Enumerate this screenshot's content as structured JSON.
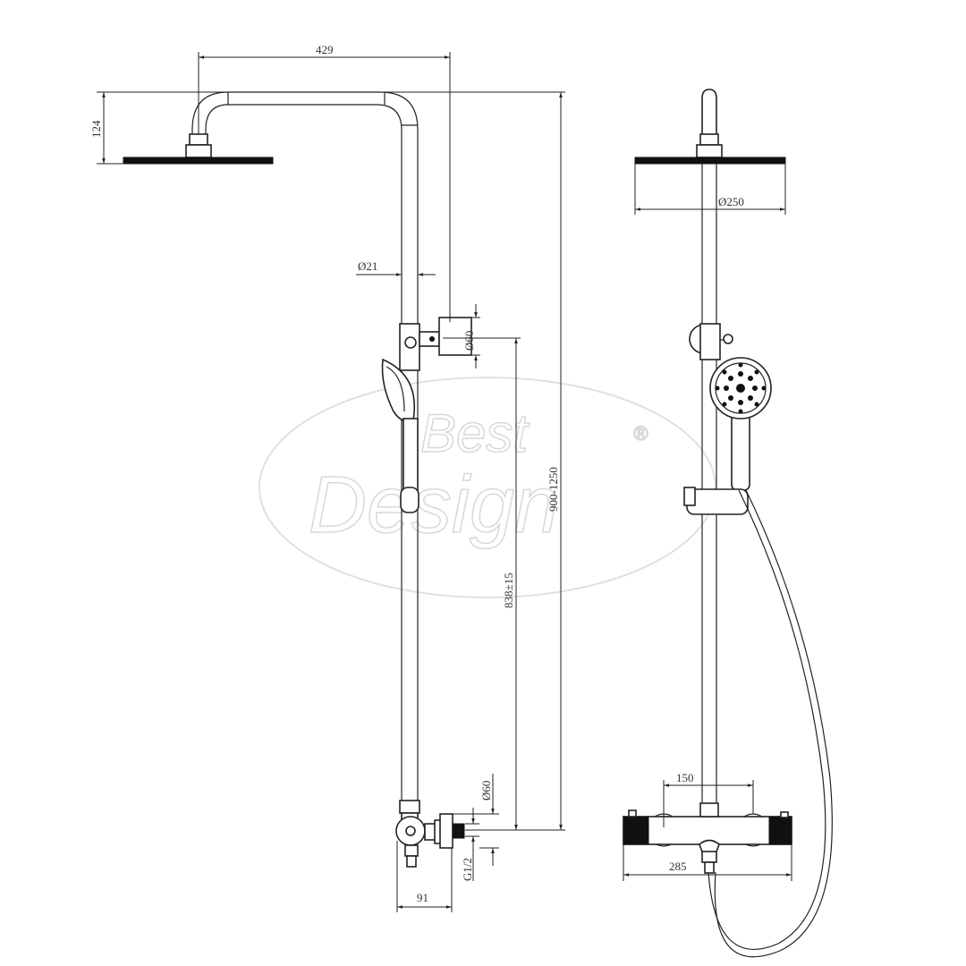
{
  "watermark": {
    "line1": "Best",
    "line2": "Design",
    "mark": "®"
  },
  "dimensions": {
    "arm_projection": "429",
    "head_drop": "124",
    "pipe_diameter": "Ø21",
    "upper_bracket_diameter": "Ø60",
    "total_height": "900-1250",
    "inlet_to_bracket": "838±15",
    "lower_flange_diameter": "Ø60",
    "thread": "G1/2",
    "wall_offset": "91",
    "head_diameter": "Ø250",
    "inlet_spacing": "150",
    "mixer_width": "285"
  },
  "colors": {
    "line": "#222222",
    "watermark": "#d8d8d8"
  }
}
